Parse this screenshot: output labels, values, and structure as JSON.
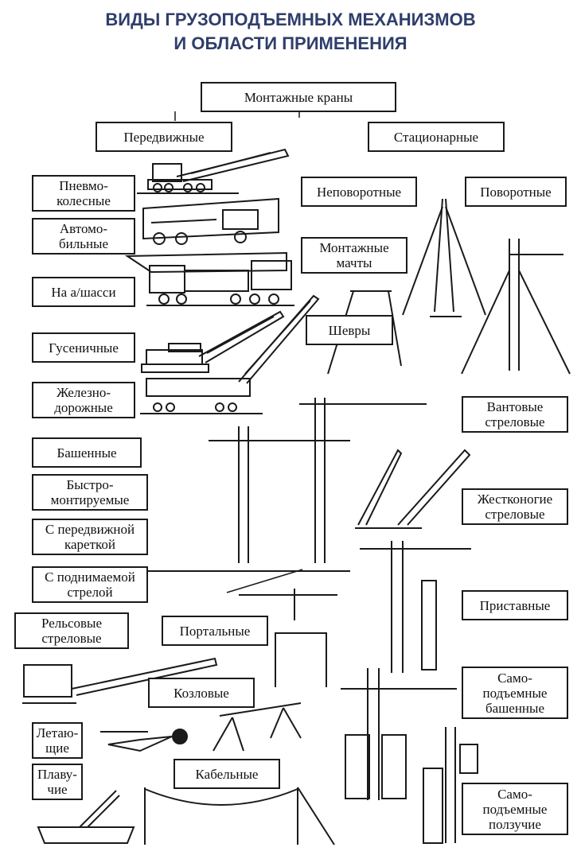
{
  "colors": {
    "title": "#2f3e6b",
    "line": "#1a1a1a",
    "background": "#ffffff"
  },
  "title": {
    "line1": "ВИДЫ ГРУЗОПОДЪЕМНЫХ МЕХАНИЗМОВ",
    "line2": "И ОБЛАСТИ ПРИМЕНЕНИЯ"
  },
  "labels": {
    "root": "Монтажные краны",
    "mobile": "Передвижные",
    "stationary": "Стационарные",
    "pneumo": [
      "Пневмо-",
      "колесные"
    ],
    "auto": [
      "Автомо-",
      "бильные"
    ],
    "chassis": "На а/шасси",
    "crawler": "Гусеничные",
    "railway": [
      "Железно-",
      "дорожные"
    ],
    "tower": "Башенные",
    "quick": [
      "Быстро-",
      "монтируемые"
    ],
    "trolley": [
      "С передвижной",
      "кареткой"
    ],
    "luffing": [
      "С поднимаемой",
      "стрелой"
    ],
    "rail_jib": [
      "Рельсовые",
      "стреловые"
    ],
    "portal": "Портальные",
    "gantry": "Козловые",
    "flying": [
      "Летаю-",
      "щие"
    ],
    "floating": [
      "Плаву-",
      "чие"
    ],
    "cable": "Кабельные",
    "non_rotating": "Неповоротные",
    "rotating": "Поворотные",
    "masts": [
      "Монтажные",
      "мачты"
    ],
    "shears": "Шевры",
    "guyed": [
      "Вантовые",
      "стреловые"
    ],
    "stiffleg": [
      "Жестконогие",
      "стреловые"
    ],
    "attached": "Приставные",
    "self_tower": [
      "Само-",
      "подъемные",
      "башенные"
    ],
    "self_crawl": [
      "Само-",
      "подъемные",
      "ползучие"
    ]
  }
}
